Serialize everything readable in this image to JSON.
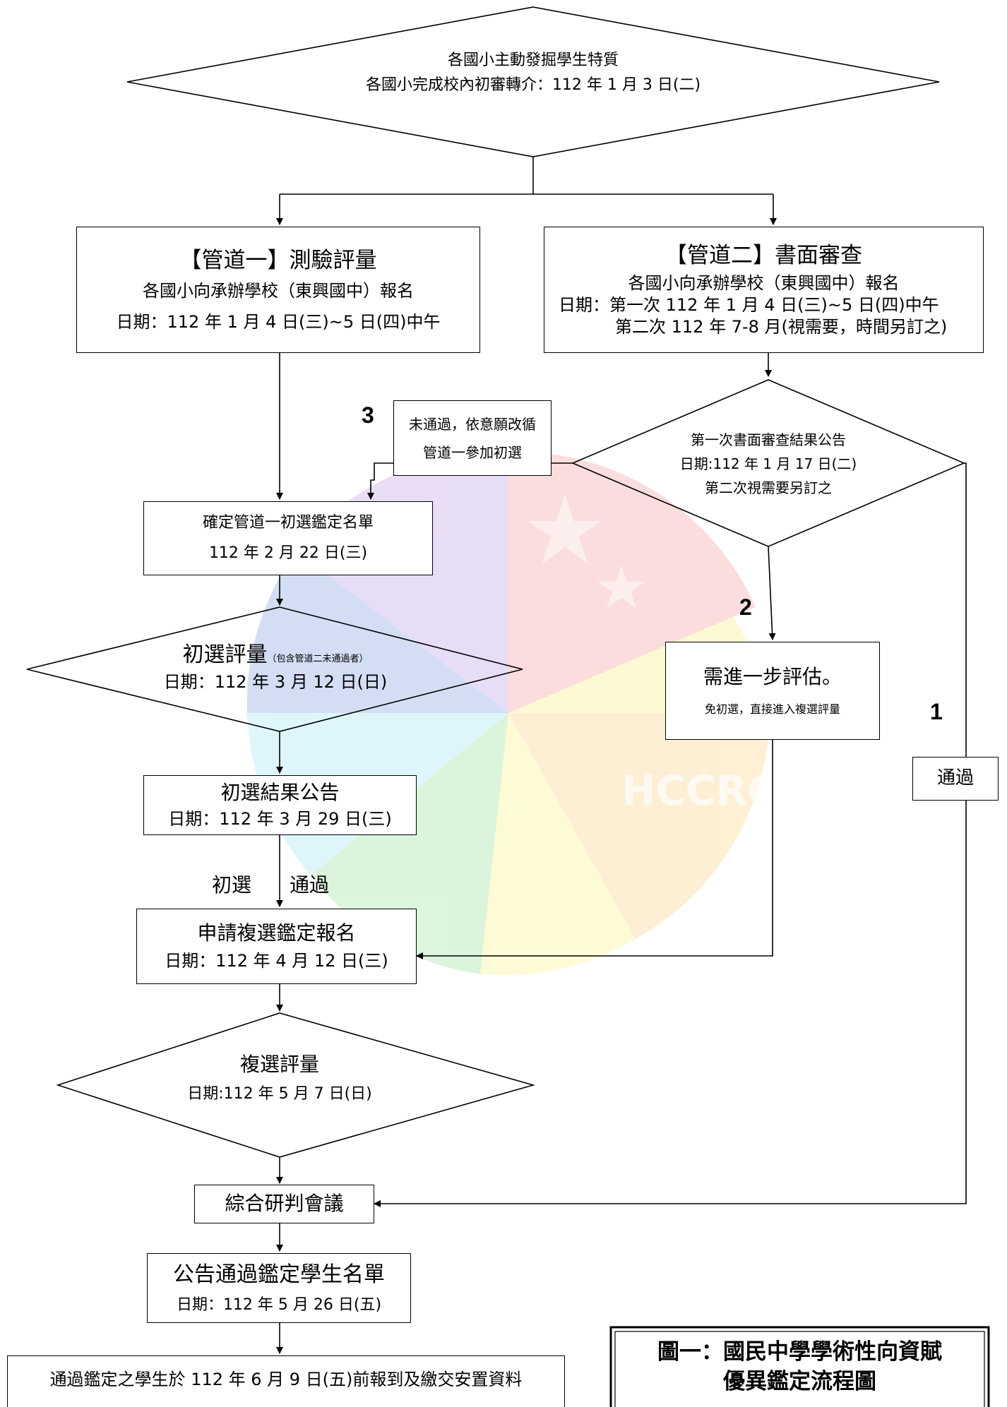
{
  "start": {
    "line1": "各國小主動發掘學生特質",
    "line2": "各國小完成校內初審轉介：112 年 1 月 3 日(二)"
  },
  "channel1": {
    "title": "【管道一】測驗評量",
    "line1": "各國小向承辦學校（東興國中）報名",
    "line2": "日期：112 年 1 月 4 日(三)~5 日(四)中午"
  },
  "channel2": {
    "title": "【管道二】書面審查",
    "line1": "各國小向承辦學校（東興國中）報名",
    "line2": "日期：第一次 112 年 1 月 4 日(三)~5 日(四)中午",
    "line3": "第二次 112 年 7-8 月(視需要，時間另訂之)"
  },
  "review_result": {
    "line1": "第一次書面審查結果公告",
    "line2": "日期:112 年 1 月 17 日(二)",
    "line3": "第二次視需要另訂之"
  },
  "fail_note": {
    "line1": "未通過，依意願改循",
    "line2": "管道一參加初選"
  },
  "confirm_list": {
    "line1": "確定管道一初選鑑定名單",
    "line2": "112 年 2 月 22 日(三)"
  },
  "prelim_eval": {
    "title": "初選評量",
    "note": "（包含管道二未通過者）",
    "line2": "日期：112 年 3 月 12 日(日)"
  },
  "further_eval": {
    "title": "需進一步評估。",
    "line2": "免初選，直接進入複選評量"
  },
  "prelim_result": {
    "title": "初選結果公告",
    "line2": "日期：112 年 3 月 29 日(三)"
  },
  "pass_label": "通過",
  "edge_label_left": "初選",
  "edge_label_right": "通過",
  "apply_final": {
    "title": "申請複選鑑定報名",
    "line2": "日期：112 年 4 月 12 日(三)"
  },
  "final_eval": {
    "title": "複選評量",
    "line2": "日期:112 年 5 月 7 日(日)"
  },
  "meeting": "綜合研判會議",
  "announce": {
    "title": "公告通過鑑定學生名單",
    "line2": "日期：112 年 5 月 26 日(五)"
  },
  "report": "通過鑑定之學生於 112 年 6 月 9 日(五)前報到及繳交安置資料",
  "figure_title": {
    "line1": "圖一：國民中學學術性向資賦",
    "line2": "優異鑑定流程圖"
  },
  "path_numbers": [
    "1",
    "2",
    "3"
  ],
  "watermark": {
    "text": "HCCRCGT",
    "colors": [
      "#3b6fd0",
      "#8f5fd8",
      "#f06a6a",
      "#f4b942",
      "#f7ea4a",
      "#5fd05f",
      "#6fd8f0"
    ]
  }
}
